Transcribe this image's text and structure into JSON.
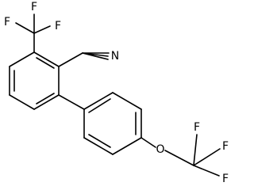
{
  "molecule": {
    "atoms": {
      "f_top_left": "F",
      "f_top_mid": "F",
      "f_top_right": "F",
      "nitrile_n": "N",
      "ether_o": "O",
      "f_ocf3_top": "F",
      "f_ocf3_right": "F",
      "f_ocf3_bottom": "F"
    }
  }
}
